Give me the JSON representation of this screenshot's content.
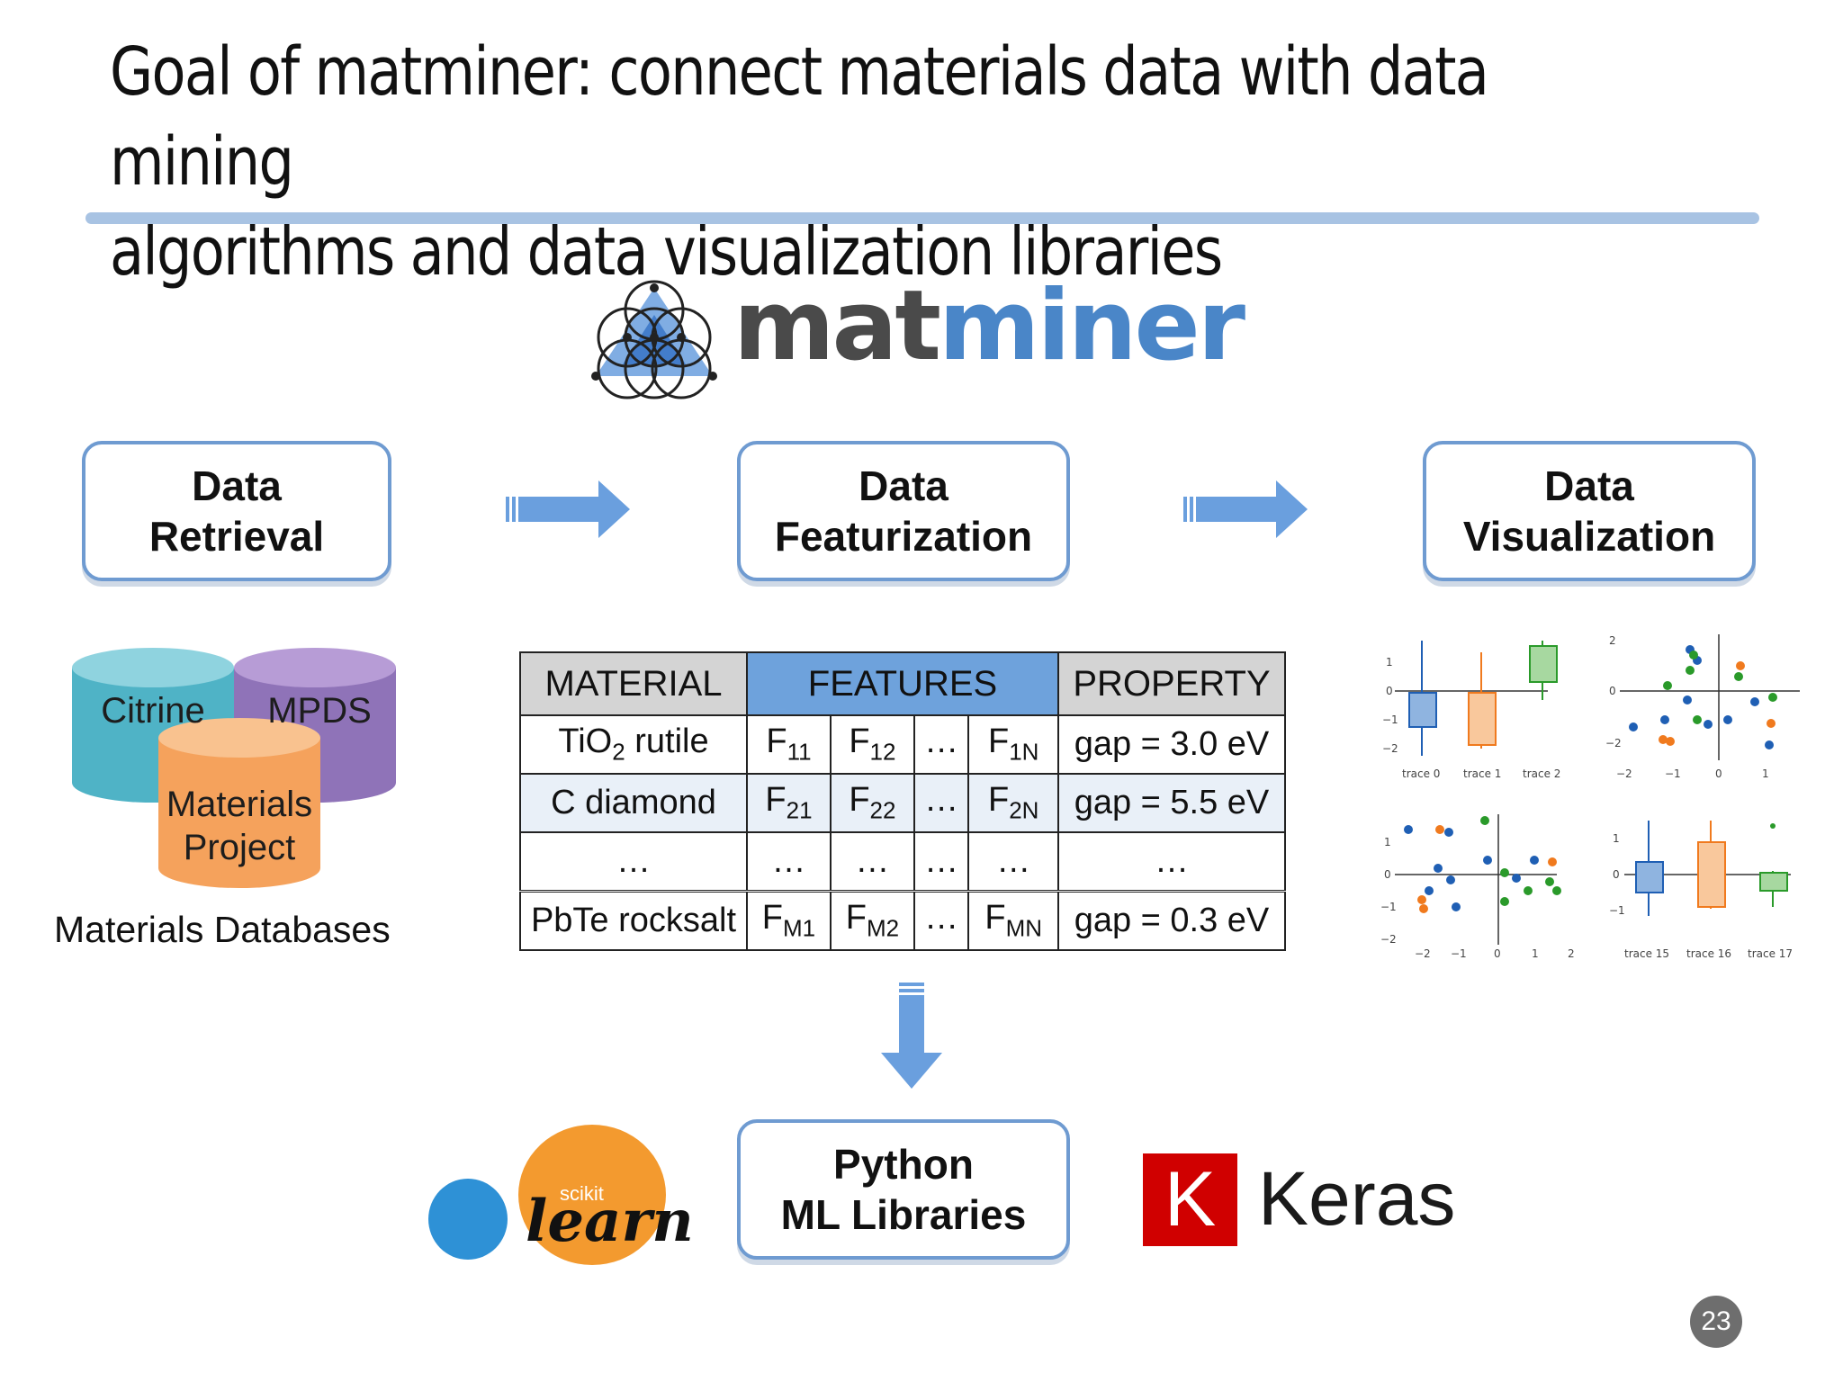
{
  "title": {
    "line1": "Goal of matminer: connect materials data with data mining",
    "line2": "algorithms and data visualization libraries"
  },
  "logo": {
    "part1": "mat",
    "part2": "miner",
    "color1": "#4a4a4a",
    "color2": "#4a86c8"
  },
  "stages": {
    "retrieval": {
      "line1": "Data",
      "line2": "Retrieval"
    },
    "featurization": {
      "line1": "Data",
      "line2": "Featurization"
    },
    "visualization": {
      "line1": "Data",
      "line2": "Visualization"
    },
    "ml": {
      "line1": "Python",
      "line2": "ML Libraries"
    }
  },
  "databases": {
    "citrine": "Citrine",
    "mpds": "MPDS",
    "mp_line1": "Materials",
    "mp_line2": "Project",
    "caption": "Materials Databases",
    "colors": {
      "citrine": "#5bbfcf",
      "mpds": "#9a7fbf",
      "mp": "#f5a25c"
    }
  },
  "table": {
    "headers": [
      "MATERIAL",
      "FEATURES",
      "PROPERTY"
    ],
    "rows": [
      {
        "material": "TiO",
        "material_sub": "2",
        "material_rest": " rutile",
        "f": [
          [
            "F",
            "11"
          ],
          [
            "F",
            "12"
          ],
          [
            "…",
            ""
          ],
          [
            "F",
            "1N"
          ]
        ],
        "property": "gap = 3.0 eV"
      },
      {
        "material": "C diamond",
        "material_sub": "",
        "material_rest": "",
        "f": [
          [
            "F",
            "21"
          ],
          [
            "F",
            "22"
          ],
          [
            "…",
            ""
          ],
          [
            "F",
            "2N"
          ]
        ],
        "property": "gap = 5.5 eV"
      },
      {
        "material": "…",
        "material_sub": "",
        "material_rest": "",
        "f": [
          [
            "…",
            ""
          ],
          [
            "…",
            ""
          ],
          [
            "…",
            ""
          ],
          [
            "…",
            ""
          ]
        ],
        "property": "…"
      },
      {
        "material": "PbTe rocksalt",
        "material_sub": "",
        "material_rest": "",
        "f": [
          [
            "F",
            "M1"
          ],
          [
            "F",
            "M2"
          ],
          [
            "…",
            ""
          ],
          [
            "F",
            "MN"
          ]
        ],
        "property": "gap = 0.3 eV"
      }
    ]
  },
  "plots": {
    "box_top": {
      "labels": [
        "trace 0",
        "trace 1",
        "trace 2"
      ],
      "yticks": [
        "1",
        "0",
        "−1",
        "−2"
      ]
    },
    "scatter_top": {
      "xticks": [
        "−2",
        "−1",
        "0",
        "1"
      ],
      "yticks": [
        "2",
        "0",
        "−2"
      ]
    },
    "scatter_bottom": {
      "xticks": [
        "−2",
        "−1",
        "0",
        "1",
        "2"
      ],
      "yticks": [
        "1",
        "0",
        "−1",
        "−2"
      ]
    },
    "box_bottom": {
      "labels": [
        "trace 15",
        "trace 16",
        "trace 17"
      ],
      "yticks": [
        "1",
        "0",
        "−1"
      ]
    }
  },
  "sklearn": {
    "small": "scikit",
    "big": "learn"
  },
  "keras": {
    "badge": "K",
    "name": "Keras"
  },
  "page_number": "23",
  "colors": {
    "arrow": "#6a9fde",
    "box_border": "#6f9bd1",
    "title_rule": "#a8c3e3",
    "blue": "#1f5fb4",
    "orange": "#f07a1e",
    "green": "#2a9a2a"
  }
}
